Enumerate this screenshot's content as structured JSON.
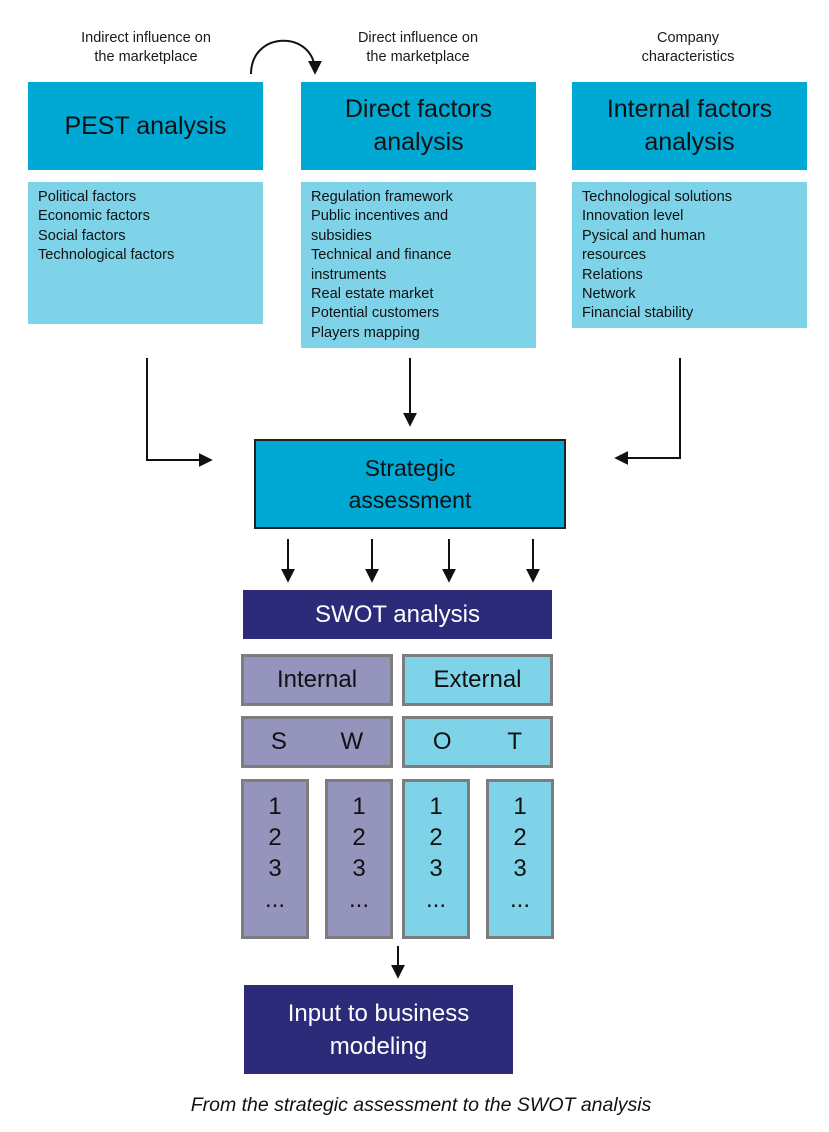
{
  "caption": "From the strategic assessment to the SWOT analysis",
  "colors": {
    "title_box": "#00a8d4",
    "list_box": "#7fd3e8",
    "swot_navy": "#2b2b7a",
    "internal_purple": "#9494bd",
    "external_cyan": "#7fd3e8",
    "cell_border": "#7d7d7d"
  },
  "columns": [
    {
      "header": [
        "Indirect influence on",
        "the marketplace"
      ],
      "title": "PEST analysis",
      "items": [
        "Political factors",
        "Economic factors",
        "Social factors",
        "Technological factors"
      ]
    },
    {
      "header": [
        "Direct influence on",
        "the marketplace"
      ],
      "title": [
        "Direct factors",
        "analysis"
      ],
      "items": [
        "Regulation framework",
        "Public incentives and",
        "subsidies",
        "Technical and finance",
        "instruments",
        "Real estate market",
        "Potential customers",
        "Players mapping"
      ]
    },
    {
      "header": [
        "Company",
        "characteristics"
      ],
      "title": [
        "Internal factors",
        "analysis"
      ],
      "items": [
        "Technological solutions",
        "Innovation level",
        "Pysical and human",
        "resources",
        "Relations",
        "Network",
        "Financial stability"
      ]
    }
  ],
  "strategic": [
    "Strategic",
    "assessment"
  ],
  "swot": {
    "title": "SWOT analysis",
    "groups": [
      "Internal",
      "External"
    ],
    "letters": [
      "S",
      "W",
      "O",
      "T"
    ],
    "list_values": [
      "1",
      "2",
      "3",
      "..."
    ]
  },
  "output": [
    "Input to business",
    "modeling"
  ]
}
